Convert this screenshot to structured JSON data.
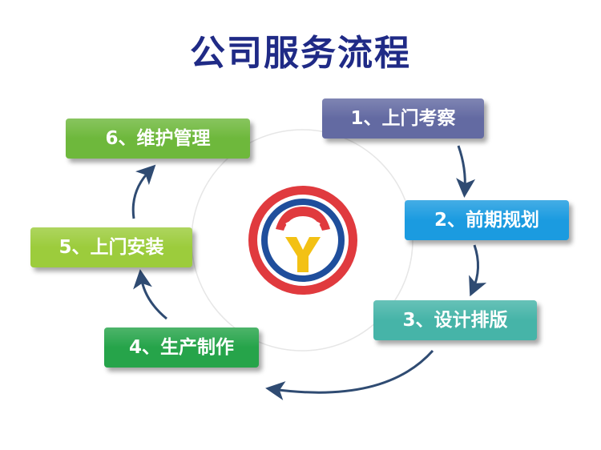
{
  "title": "公司服务流程",
  "steps": [
    {
      "label": "1、上门考察",
      "color": "#636aa2"
    },
    {
      "label": "2、前期规划",
      "color": "#1b9be0"
    },
    {
      "label": "3、设计排版",
      "color": "#46b4a8"
    },
    {
      "label": "4、生产制作",
      "color": "#26a44a"
    },
    {
      "label": "5、上门安装",
      "color": "#9ccc3c"
    },
    {
      "label": "6、维护管理",
      "color": "#6eb83c"
    }
  ],
  "colors": {
    "title": "#1f2a86",
    "arrow": "#2f4b72",
    "logo_red": "#e03a3e",
    "logo_blue": "#1f4e9c",
    "logo_yellow": "#f3c114"
  }
}
